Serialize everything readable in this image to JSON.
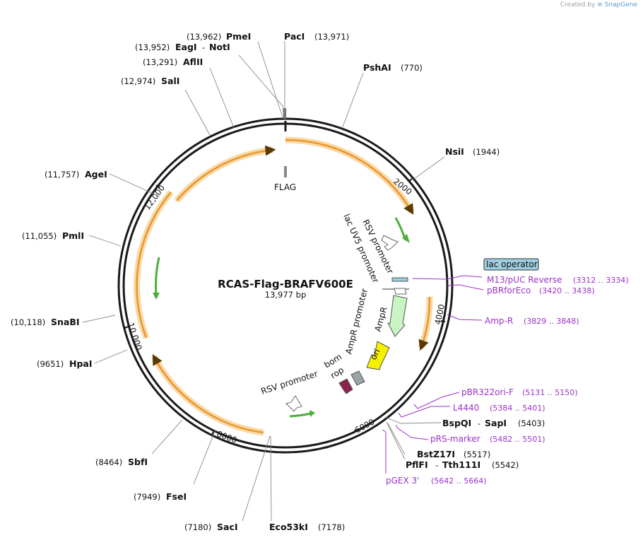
{
  "credit": {
    "prefix": "Created by",
    "brand": "SnapGene"
  },
  "plasmid": {
    "name": "RCAS-Flag-BRAFV600E",
    "length_label": "13,977 bp"
  },
  "ticks": [
    {
      "label": "2000"
    },
    {
      "label": "4000"
    },
    {
      "label": "6000"
    },
    {
      "label": "8000"
    },
    {
      "label": "10,000"
    },
    {
      "label": "12,000"
    }
  ],
  "sites": [
    {
      "name": "PmeI",
      "pos": "(13,962)",
      "connector": ""
    },
    {
      "name": "PacI",
      "pos": "(13,971)",
      "connector": ""
    },
    {
      "name": "EagI",
      "pos": "(13,952)",
      "connector": "-",
      "name2": "NotI"
    },
    {
      "name": "AflII",
      "pos": "(13,291)",
      "connector": ""
    },
    {
      "name": "SalI",
      "pos": "(12,974)",
      "connector": ""
    },
    {
      "name": "PshAI",
      "pos": "(770)",
      "connector": ""
    },
    {
      "name": "NsiI",
      "pos": "(1944)",
      "connector": ""
    },
    {
      "name": "AgeI",
      "pos": "(11,757)",
      "connector": ""
    },
    {
      "name": "PmlI",
      "pos": "(11,055)",
      "connector": ""
    },
    {
      "name": "SnaBI",
      "pos": "(10,118)",
      "connector": ""
    },
    {
      "name": "HpaI",
      "pos": "(9651)",
      "connector": ""
    },
    {
      "name": "SbfI",
      "pos": "(8464)",
      "connector": ""
    },
    {
      "name": "FseI",
      "pos": "(7949)",
      "connector": ""
    },
    {
      "name": "SacI",
      "pos": "(7180)",
      "connector": ""
    },
    {
      "name": "Eco53kI",
      "pos": "(7178)",
      "connector": ""
    },
    {
      "name": "BspQI",
      "pos": "(5403)",
      "connector": "-",
      "name2": "SapI"
    },
    {
      "name": "BstZ17I",
      "pos": "(5517)",
      "connector": ""
    },
    {
      "name": "PflFI",
      "pos": "(5542)",
      "connector": "-",
      "name2": "Tth111I"
    }
  ],
  "primers": [
    {
      "name": "M13/pUC Reverse",
      "pos": "(3312 .. 3334)"
    },
    {
      "name": "pBRforEco",
      "pos": "(3420 .. 3438)"
    },
    {
      "name": "Amp-R",
      "pos": "(3829 .. 3848)"
    },
    {
      "name": "pBR322ori-F",
      "pos": "(5131 .. 5150)"
    },
    {
      "name": "L4440",
      "pos": "(5384 .. 5401)"
    },
    {
      "name": "pRS-marker",
      "pos": "(5482 .. 5501)"
    },
    {
      "name": "pGEX 3'",
      "pos": "(5642 .. 5664)"
    }
  ],
  "features": {
    "flag": "FLAG",
    "lac_operator": "lac operator",
    "rsv_promoter_top": "RSV promoter",
    "lac_uv5": "lac UV5 promoter",
    "ampr_promoter": "AmpR promoter",
    "ampr": "AmpR",
    "ori": "ori",
    "bom": "bom",
    "rop": "rop",
    "rsv_promoter_bottom": "RSV promoter"
  },
  "colors": {
    "backbone": "#1a1a1a",
    "orange_feature": "#e9962a",
    "orange_glow": "#f9d9a8",
    "green_feature": "#4caf3c",
    "ampr_fill": "#c9f5c4",
    "ori_fill": "#f5f000",
    "rop_fill": "#9aa3a8",
    "bom_fill": "#8c2450",
    "lac_operator_fill": "#9ecfe0",
    "primer": "#9b30c8"
  }
}
